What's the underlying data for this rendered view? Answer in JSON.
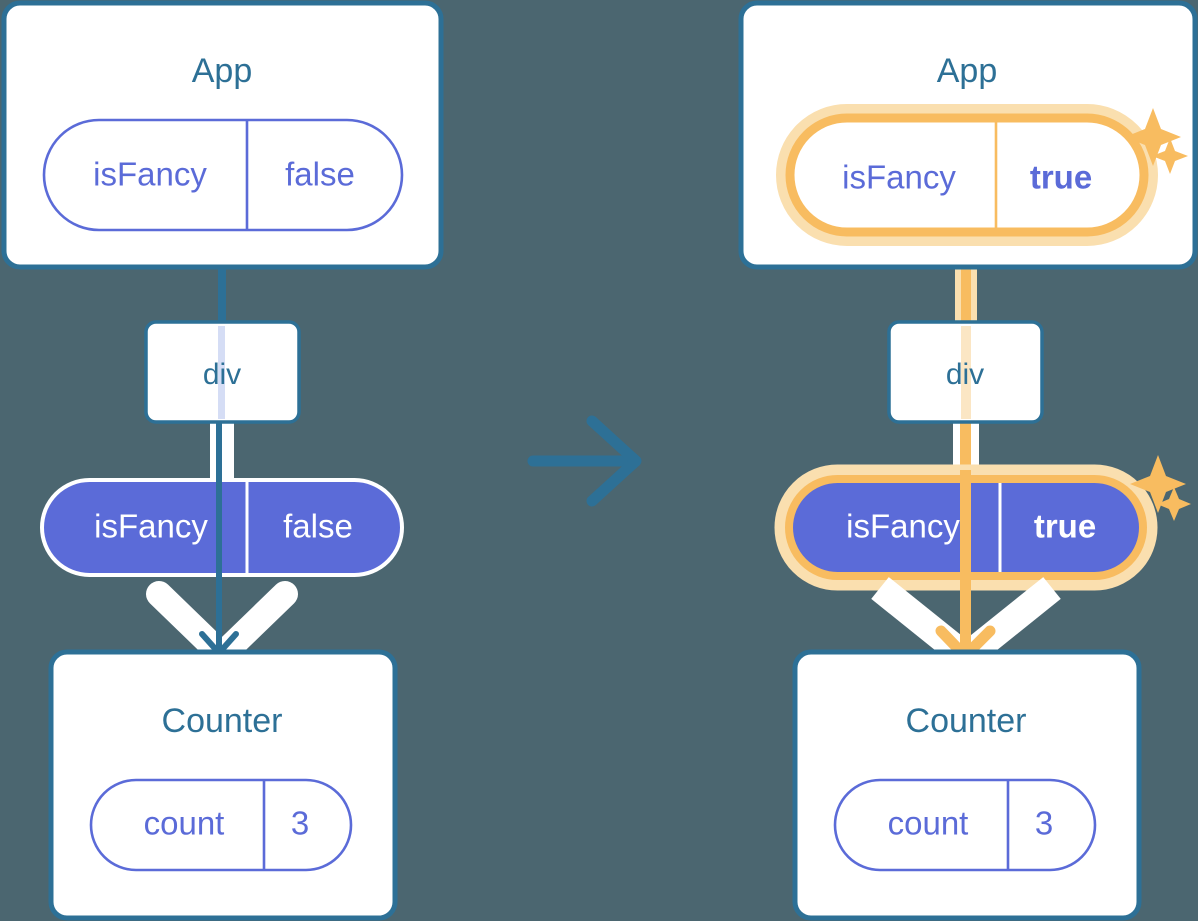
{
  "meta": {
    "background_color": "#4b6670",
    "accent_blue": "#2d7096",
    "accent_purple": "#5b6bd8",
    "accent_orange": "#f8bc60",
    "accent_orange_glow": "#fadfaf",
    "card_bg": "#ffffff"
  },
  "left_tree": {
    "app": {
      "title": "App",
      "state_pill": {
        "key": "isFancy",
        "value": "false",
        "style": "outline"
      }
    },
    "div_node": {
      "label": "div"
    },
    "props_pill": {
      "key": "isFancy",
      "value": "false",
      "style": "filled"
    },
    "counter": {
      "title": "Counter",
      "state_pill": {
        "key": "count",
        "value": "3",
        "style": "outline"
      }
    }
  },
  "transition": {
    "icon": "arrow-right-icon"
  },
  "right_tree": {
    "app": {
      "title": "App",
      "state_pill": {
        "key": "isFancy",
        "value": "true",
        "style": "outline-highlighted"
      },
      "sparkle": "sparkles-icon"
    },
    "div_node": {
      "label": "div"
    },
    "props_pill": {
      "key": "isFancy",
      "value": "true",
      "style": "filled-highlighted"
    },
    "props_sparkle": "sparkles-icon",
    "counter": {
      "title": "Counter",
      "state_pill": {
        "key": "count",
        "value": "3",
        "style": "outline"
      }
    }
  }
}
